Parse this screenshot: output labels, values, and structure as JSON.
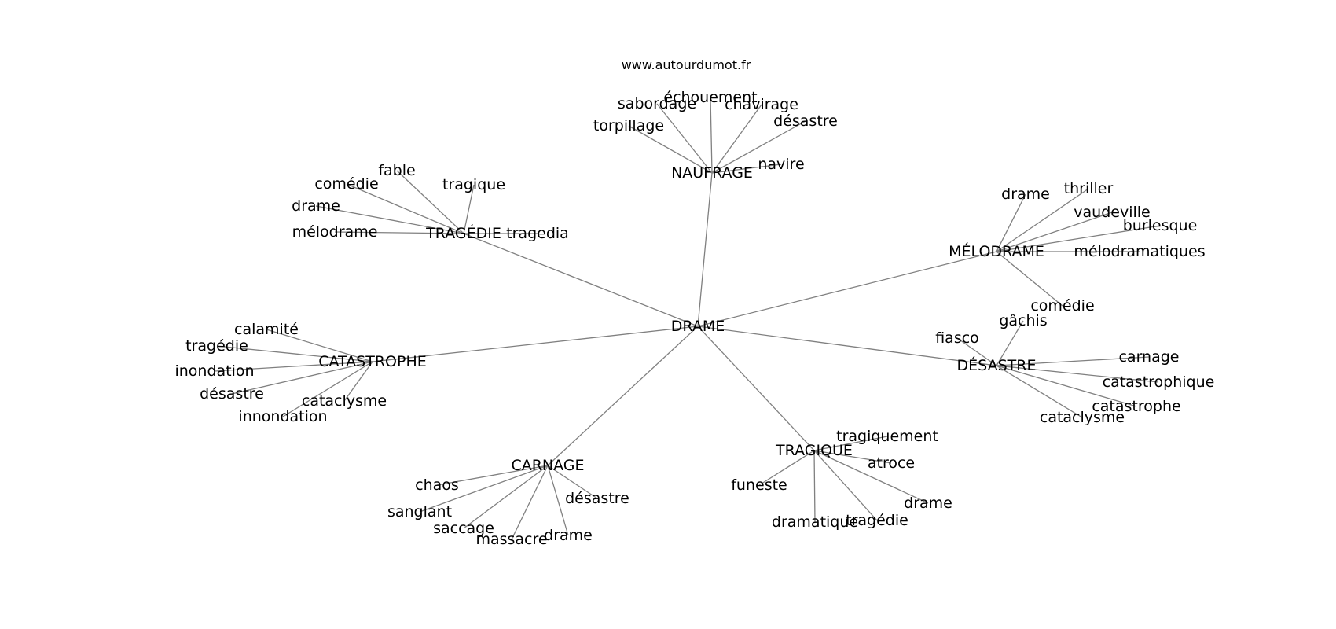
{
  "source": "www.autourdumot.fr",
  "center": "DRAME",
  "clusters": [
    {
      "hub": "NAUFRAGE",
      "leaves": [
        "torpillage",
        "sabordage",
        "échouement",
        "chavirage",
        "désastre",
        "navire"
      ]
    },
    {
      "hub": "TRAGÉDIE",
      "leaves": [
        "fable",
        "comédie",
        "drame",
        "mélodrame",
        "tragique",
        "tragedia"
      ]
    },
    {
      "hub": "MÉLODRAME",
      "leaves": [
        "drame",
        "thriller",
        "vaudeville",
        "burlesque",
        "mélodramatiques",
        "comédie"
      ]
    },
    {
      "hub": "CATASTROPHE",
      "leaves": [
        "calamité",
        "tragédie",
        "inondation",
        "désastre",
        "innondation",
        "cataclysme"
      ]
    },
    {
      "hub": "DÉSASTRE",
      "leaves": [
        "fiasco",
        "gâchis",
        "carnage",
        "catastrophique",
        "catastrophe",
        "cataclysme"
      ]
    },
    {
      "hub": "CARNAGE",
      "leaves": [
        "chaos",
        "sanglant",
        "saccage",
        "massacre",
        "drame",
        "désastre"
      ]
    },
    {
      "hub": "TRAGIQUE",
      "leaves": [
        "tragiquement",
        "atroce",
        "drame",
        "tragédie",
        "dramatique",
        "funeste"
      ]
    }
  ]
}
